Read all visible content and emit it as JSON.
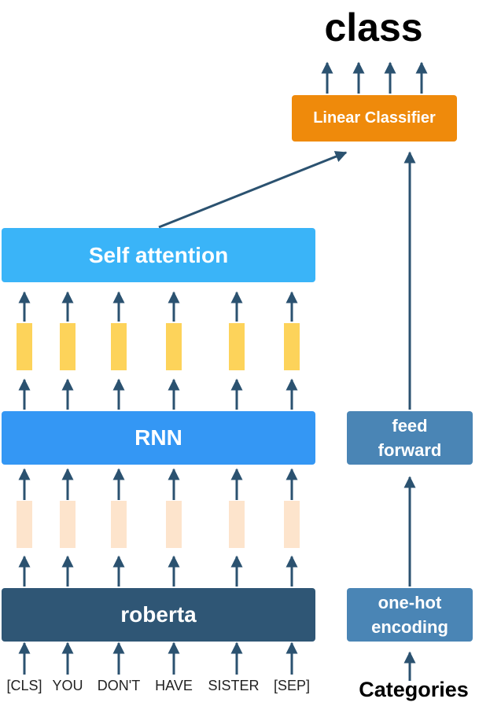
{
  "title": "class",
  "classifier_label": "Linear Classifier",
  "self_attention_label": "Self attention",
  "rnn_label": "RNN",
  "encoder_label": "roberta",
  "feed_forward_label": "feed\nforward",
  "onehot_label": "one-hot\nencoding",
  "categories_label": "Categories",
  "tokens": [
    "[CLS]",
    "YOU",
    "DON'T",
    "HAVE",
    "SISTER",
    "[SEP]"
  ],
  "colors": {
    "arrow": "#2b5270",
    "classifier": "#ef8a0b",
    "self_attention": "#3ab4f8",
    "rnn": "#3497f4",
    "encoder": "#2f5675",
    "side_box": "#4a85b5",
    "hidden_upper": "#fdd35a",
    "hidden_lower": "#fde4cc"
  }
}
